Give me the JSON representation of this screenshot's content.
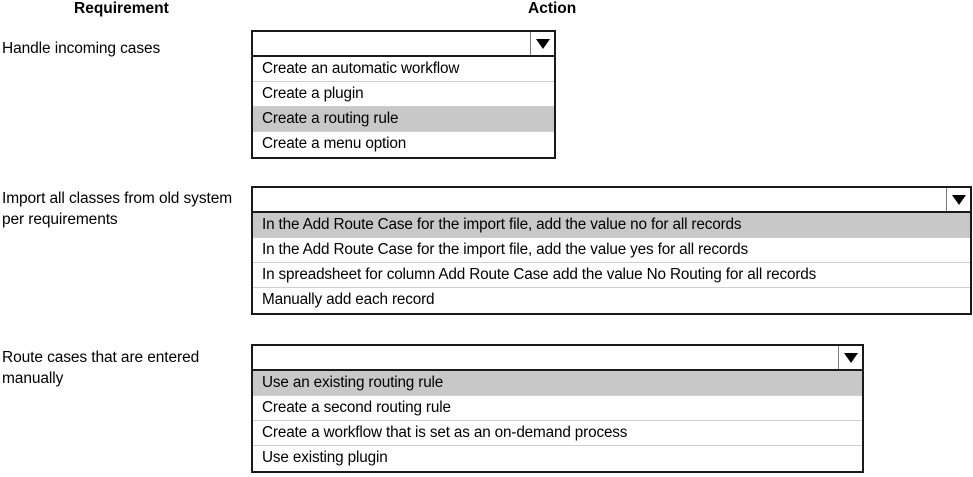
{
  "headers": {
    "requirement": "Requirement",
    "action": "Action"
  },
  "rows": [
    {
      "requirement": "Handle incoming cases",
      "combo": {
        "value": "",
        "arrow_icon": "chevron-down-icon",
        "options": [
          {
            "label": "Create an automatic workflow",
            "selected": false
          },
          {
            "label": "Create a plugin",
            "selected": false
          },
          {
            "label": "Create a routing rule",
            "selected": true
          },
          {
            "label": "Create a menu option",
            "selected": false
          }
        ]
      }
    },
    {
      "requirement": "Import all classes from old system per requirements",
      "combo": {
        "value": "",
        "arrow_icon": "chevron-down-icon",
        "options": [
          {
            "label": "In the Add Route Case for the import file, add the value no for all records",
            "selected": true
          },
          {
            "label": "In the Add Route Case for the import file, add the value yes for all records",
            "selected": false
          },
          {
            "label": "In spreadsheet for column Add Route Case add the value No Routing for all records",
            "selected": false
          },
          {
            "label": "Manually add each record",
            "selected": false
          }
        ]
      }
    },
    {
      "requirement": "Route cases that are entered manually",
      "combo": {
        "value": "",
        "arrow_icon": "chevron-down-icon",
        "options": [
          {
            "label": "Use an existing routing rule",
            "selected": true
          },
          {
            "label": "Create a second routing rule",
            "selected": false
          },
          {
            "label": "Create a workflow that is set as an on-demand process",
            "selected": false
          },
          {
            "label": "Use existing plugin",
            "selected": false
          }
        ]
      }
    }
  ],
  "colors": {
    "selected_background": "#c8c8c8",
    "border": "#1a1a1a",
    "row_divider": "#cfcfcf",
    "text": "#000000",
    "background": "#ffffff"
  }
}
